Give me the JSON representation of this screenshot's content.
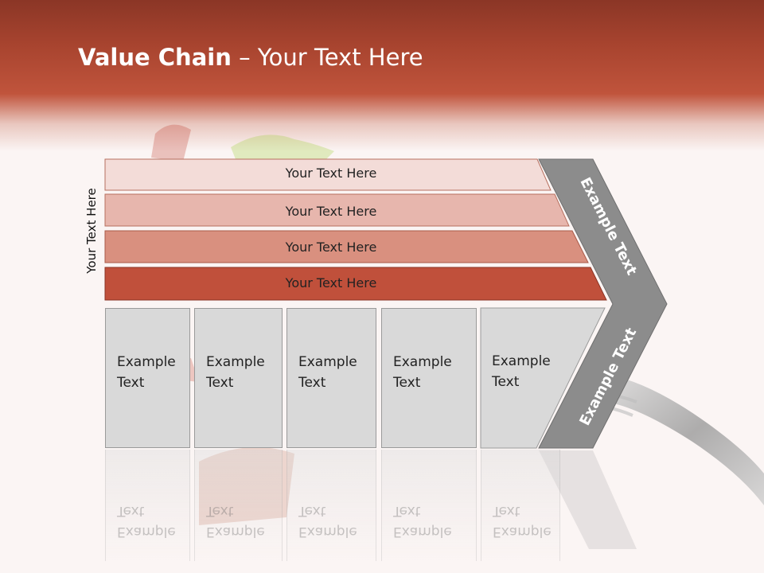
{
  "slide": {
    "title_bold": "Value Chain",
    "title_rest": " – Your Text Here"
  },
  "side_label": "Your Text Here",
  "rows": [
    {
      "label": "Your Text Here",
      "color": "#f3dcd8"
    },
    {
      "label": "Your Text Here",
      "color": "#e7b6ad"
    },
    {
      "label": "Your Text Here",
      "color": "#d9907f"
    },
    {
      "label": "Your Text Here",
      "color": "#c0503b"
    }
  ],
  "boxes": [
    {
      "label": "Example\nText"
    },
    {
      "label": "Example\nText"
    },
    {
      "label": "Example\nText"
    },
    {
      "label": "Example\nText"
    },
    {
      "label": "Example\nText"
    }
  ],
  "chevron": {
    "upper_label": "Example Text",
    "lower_label": "Example Text",
    "color": "#8c8c8c"
  }
}
